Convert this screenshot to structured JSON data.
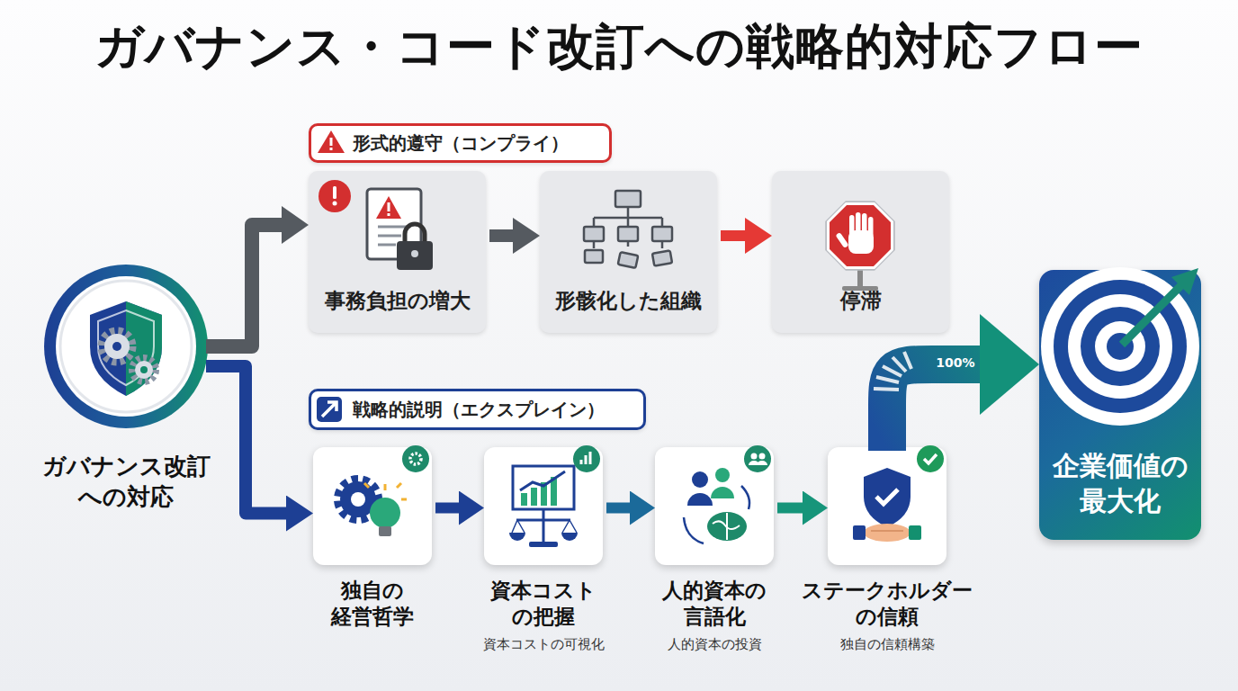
{
  "diagram": {
    "title": "ガバナンス・コード改訂への戦略的対応フロー",
    "nodes": [
      {
        "text": [
          "ガバナンス改訂 への対応"
        ]
      },
      {
        "text": [
          "形式的遵守（コンプライ）"
        ]
      },
      {
        "text": [
          "事務負担の増大"
        ]
      },
      {
        "text": [
          "形骸化した組織"
        ]
      },
      {
        "text": [
          "停滞"
        ]
      },
      {
        "text": [
          "戦略的説明（エクスプレイン）"
        ]
      },
      {
        "text": [
          "独自の 経営哲学"
        ]
      },
      {
        "text": [
          "資本コスト の把握",
          "資本コストの可視化"
        ]
      },
      {
        "text": [
          "人的資本の 言語化",
          "人的資本の投資"
        ]
      },
      {
        "text": [
          "ステークホルダー の信頼",
          "独自の信頼構築"
        ]
      },
      {
        "text": [
          "企業価値の 最大化"
        ]
      }
    ],
    "edges": [
      {
        "from": 0,
        "to": 2,
        "arrow": "to"
      },
      {
        "from": 2,
        "to": 3,
        "arrow": "to"
      },
      {
        "from": 3,
        "to": 4,
        "arrow": "to"
      },
      {
        "from": 0,
        "to": 6,
        "arrow": "to"
      },
      {
        "from": 6,
        "to": 7,
        "arrow": "to"
      },
      {
        "from": 7,
        "to": 8,
        "arrow": "to"
      },
      {
        "from": 8,
        "to": 9,
        "arrow": "to"
      },
      {
        "from": 9,
        "to": 10,
        "label": "100%",
        "arrow": "to"
      }
    ]
  }
}
